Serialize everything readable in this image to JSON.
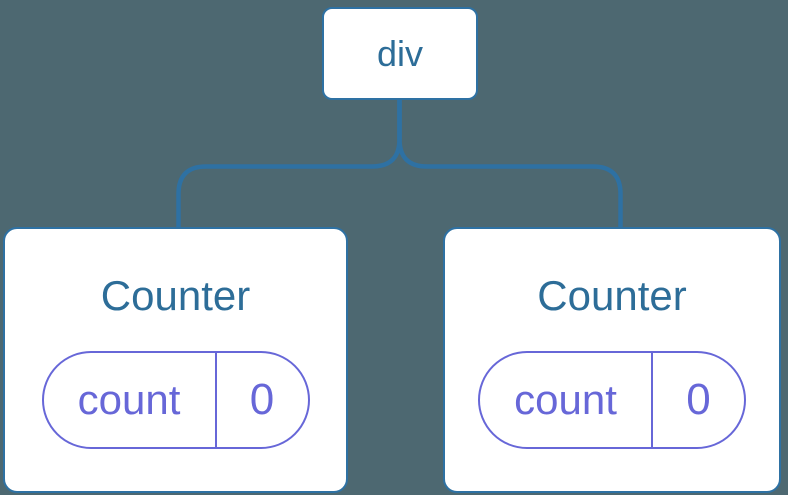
{
  "diagram": {
    "root": {
      "label": "div"
    },
    "children": [
      {
        "title": "Counter",
        "state": {
          "key": "count",
          "value": "0"
        }
      },
      {
        "title": "Counter",
        "state": {
          "key": "count",
          "value": "0"
        }
      }
    ]
  },
  "colors": {
    "background": "#4D6871",
    "line": "#2E71A3",
    "node_border": "#2E71A3",
    "node_text": "#2D6D98",
    "card_bg": "#FFFFFF",
    "state_color": "#6767D8"
  }
}
